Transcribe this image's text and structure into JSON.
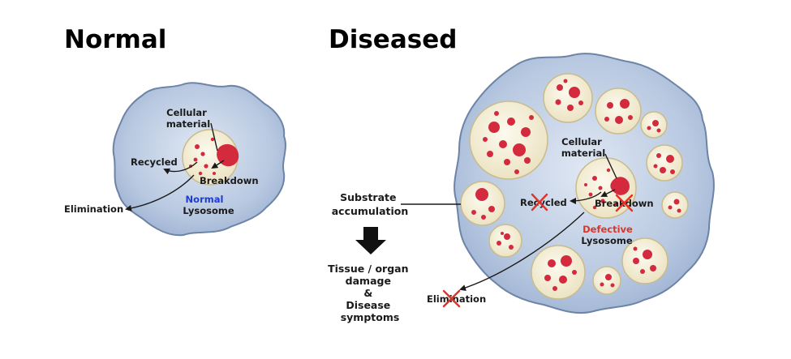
{
  "titles": {
    "normal": "Normal",
    "diseased": "Diseased"
  },
  "normal_cell": {
    "cellular_material": [
      "Cellular",
      "material"
    ],
    "recycled": "Recycled",
    "breakdown": "Breakdown",
    "elimination": "Elimination",
    "lysosome_type": "Normal",
    "lysosome": "Lysosome"
  },
  "diseased_cell": {
    "cellular_material": [
      "Cellular",
      "material"
    ],
    "recycled": "Recycled",
    "breakdown": "Breakdown",
    "elimination": "Elimination",
    "lysosome_type": "Defective",
    "lysosome": "Lysosome",
    "substrate": [
      "Substrate",
      "accumulation"
    ],
    "outcome": [
      "Tissue / organ",
      "damage",
      "&",
      "Disease",
      "symptoms"
    ]
  },
  "colors": {
    "cell_fill": "#b7c8e0",
    "cell_stroke": "#6d84a6",
    "lysosome_fill": "#f5f0d8",
    "particle": "#d42a3e",
    "normal_label": "#1f3bd6",
    "defective_label": "#e03328",
    "cross": "#e03328"
  },
  "icons": {
    "arrow": "down-arrow-icon",
    "cross": "cross-mark-icon"
  }
}
